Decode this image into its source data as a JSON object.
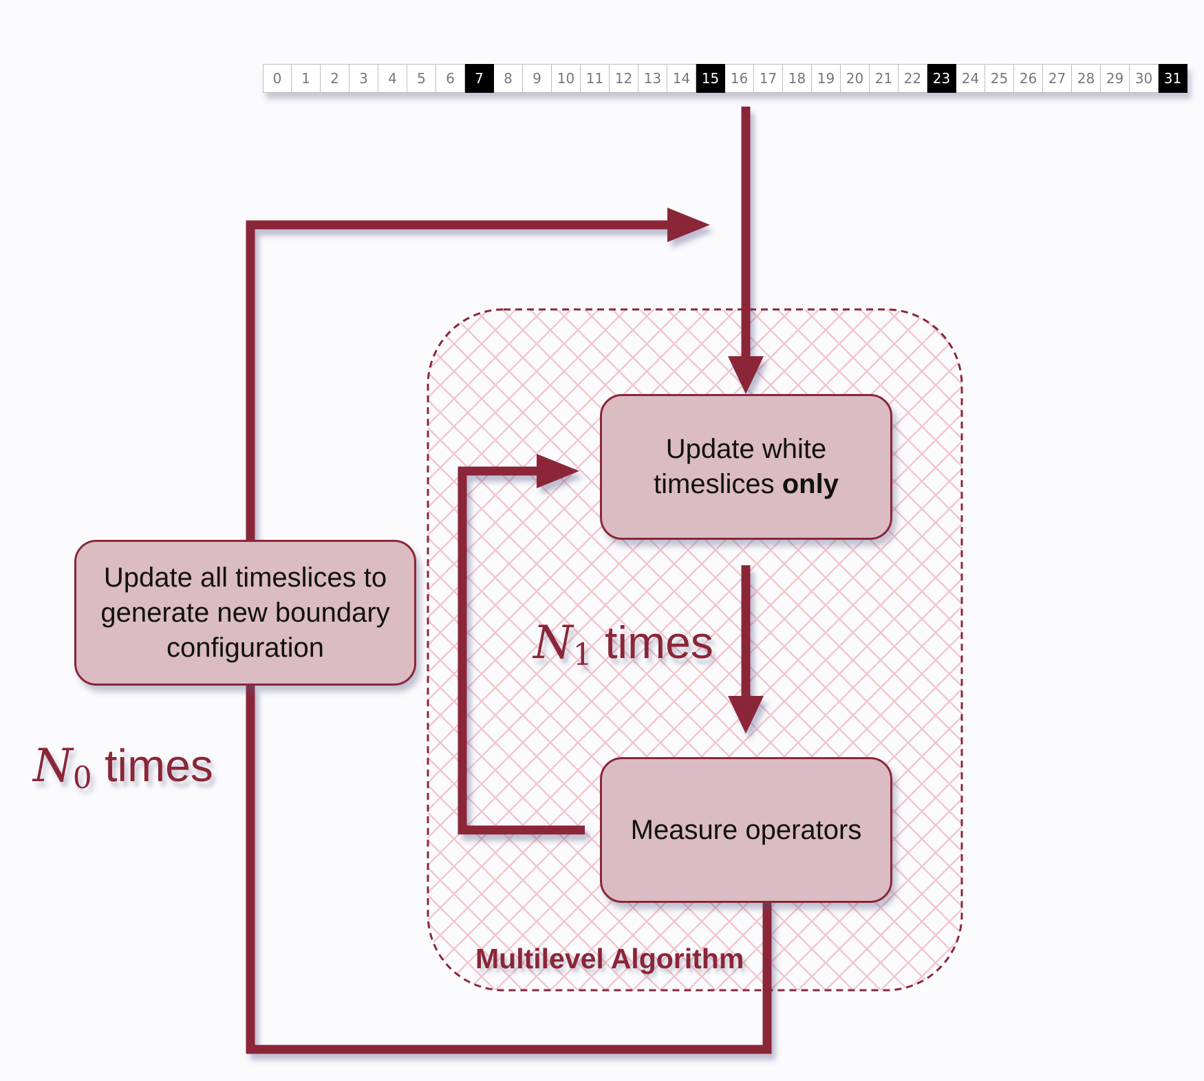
{
  "timeline": {
    "slices": [
      "0",
      "1",
      "2",
      "3",
      "4",
      "5",
      "6",
      "7",
      "8",
      "9",
      "10",
      "11",
      "12",
      "13",
      "14",
      "15",
      "16",
      "17",
      "18",
      "19",
      "20",
      "21",
      "22",
      "23",
      "24",
      "25",
      "26",
      "27",
      "28",
      "29",
      "30",
      "31"
    ],
    "black_slices": [
      "7",
      "15",
      "23",
      "31"
    ]
  },
  "nodes": {
    "update_all": [
      "Update all timeslices to",
      "generate new boundary",
      "configuration"
    ],
    "update_white_line1": "Update white",
    "update_white_line2_plain": "timeslices",
    "update_white_line2_bold": "only",
    "measure": "Measure operators"
  },
  "labels": {
    "n0_symbol": "N",
    "n0_sub": "0",
    "n0_suffix": "times",
    "n1_symbol": "N",
    "n1_sub": "1",
    "n1_suffix": "times",
    "container": "Multilevel Algorithm"
  },
  "colors": {
    "arrow": "#8a2638",
    "node_fill": "#dbbcc2",
    "node_border": "#8a2638",
    "container_border": "#8a2638",
    "black_slice": "#000000"
  }
}
